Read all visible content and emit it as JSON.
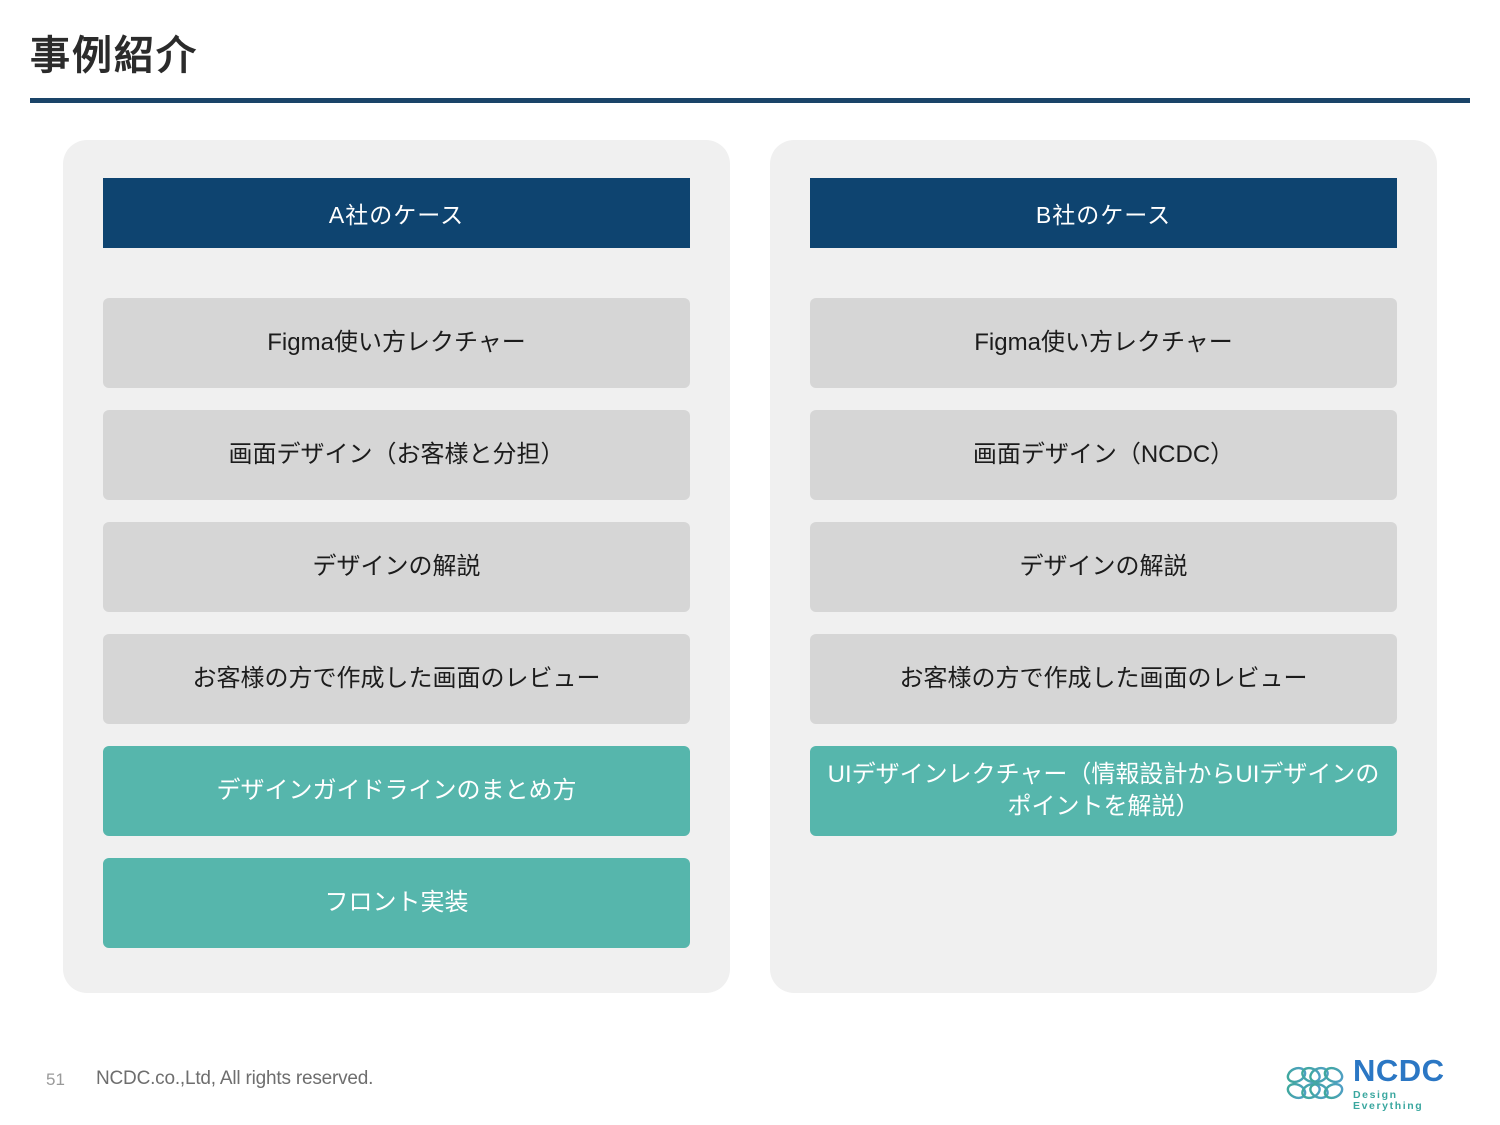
{
  "slide": {
    "title": "事例紹介",
    "title_rule_color": "#1a4468"
  },
  "colors": {
    "header_navy": "#0e4470",
    "step_gray": "#d6d6d6",
    "step_teal": "#56b6ac",
    "card_bg": "#f0f0f0",
    "page_bg": "#ffffff"
  },
  "cards": [
    {
      "header": "A社のケース",
      "steps": [
        {
          "label": "Figma使い方レクチャー",
          "style": "gray"
        },
        {
          "label": "画面デザイン（お客様と分担）",
          "style": "gray"
        },
        {
          "label": "デザインの解説",
          "style": "gray"
        },
        {
          "label": "お客様の方で作成した画面のレビュー",
          "style": "gray"
        },
        {
          "label": "デザインガイドラインのまとめ方",
          "style": "teal"
        },
        {
          "label": "フロント実装",
          "style": "teal"
        }
      ]
    },
    {
      "header": "B社のケース",
      "steps": [
        {
          "label": "Figma使い方レクチャー",
          "style": "gray"
        },
        {
          "label": "画面デザイン（NCDC）",
          "style": "gray"
        },
        {
          "label": "デザインの解説",
          "style": "gray"
        },
        {
          "label": "お客様の方で作成した画面のレビュー",
          "style": "gray"
        },
        {
          "label": "UIデザインレクチャー（情報設計からUIデザインのポイントを解説）",
          "style": "teal"
        }
      ]
    }
  ],
  "footer": {
    "page_number": "51",
    "copyright": "NCDC.co.,Ltd, All rights reserved."
  },
  "logo": {
    "wordmark": "NCDC",
    "tagline": "Design Everything",
    "mark_icon": "ncdc-flower-icon"
  }
}
